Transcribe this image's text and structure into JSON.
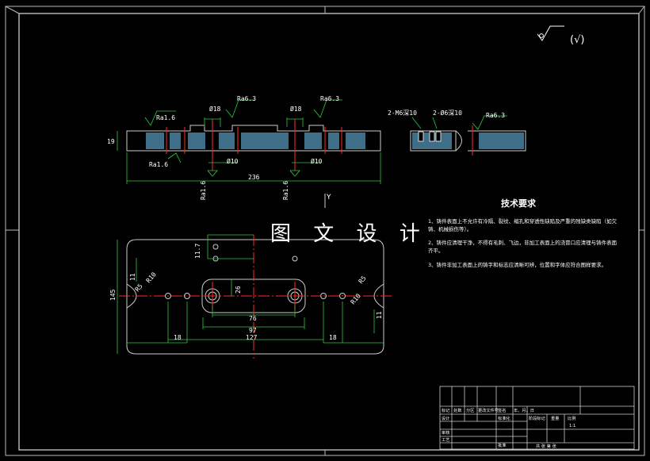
{
  "drawing": {
    "roughness_symbol": "(√)",
    "watermark": "图 文 设 计",
    "tech_requirements": {
      "title": "技术要求",
      "notes": [
        "1、铸件表面上不允许有冷隔、裂纹、缩孔和穿透性缺陷及严重的残缺类缺陷（如欠铸、机械损伤等）。",
        "2、铸件应清理干净，不得有毛刺、飞边，非加工表面上的浇冒口应清理与铸件表面齐平。",
        "3、铸件非加工表面上的铸字和标志应清晰可辨，位置和字体应符合图样要求。"
      ]
    },
    "section_view": {
      "roughness": [
        "Ra1.6",
        "Ra6.3",
        "Ra6.3",
        "Ra1.6",
        "Ra1.6",
        "Ra1.6"
      ],
      "dims": [
        "Ø18",
        "Ø18",
        "Ø10",
        "Ø10",
        "236",
        "19"
      ]
    },
    "side_view": {
      "labels": [
        "2-M6深10",
        "2-Ø6深10",
        "Ra6.3"
      ]
    },
    "plan_view": {
      "axis_label": "Y",
      "dims": [
        "11.7",
        "R10",
        "R10",
        "R5",
        "R5",
        "26",
        "76",
        "97",
        "127",
        "18",
        "18",
        "145",
        "11",
        "11"
      ]
    },
    "title_block": {
      "row_labels": [
        "标记",
        "处数",
        "分区",
        "更改文件号",
        "签名",
        "年、月、日"
      ],
      "labels": [
        "设计",
        "标准化",
        "审核",
        "工艺",
        "批准",
        "阶段标记",
        "重量",
        "比例",
        "共 张 第 张"
      ],
      "scale": "1:1"
    }
  }
}
